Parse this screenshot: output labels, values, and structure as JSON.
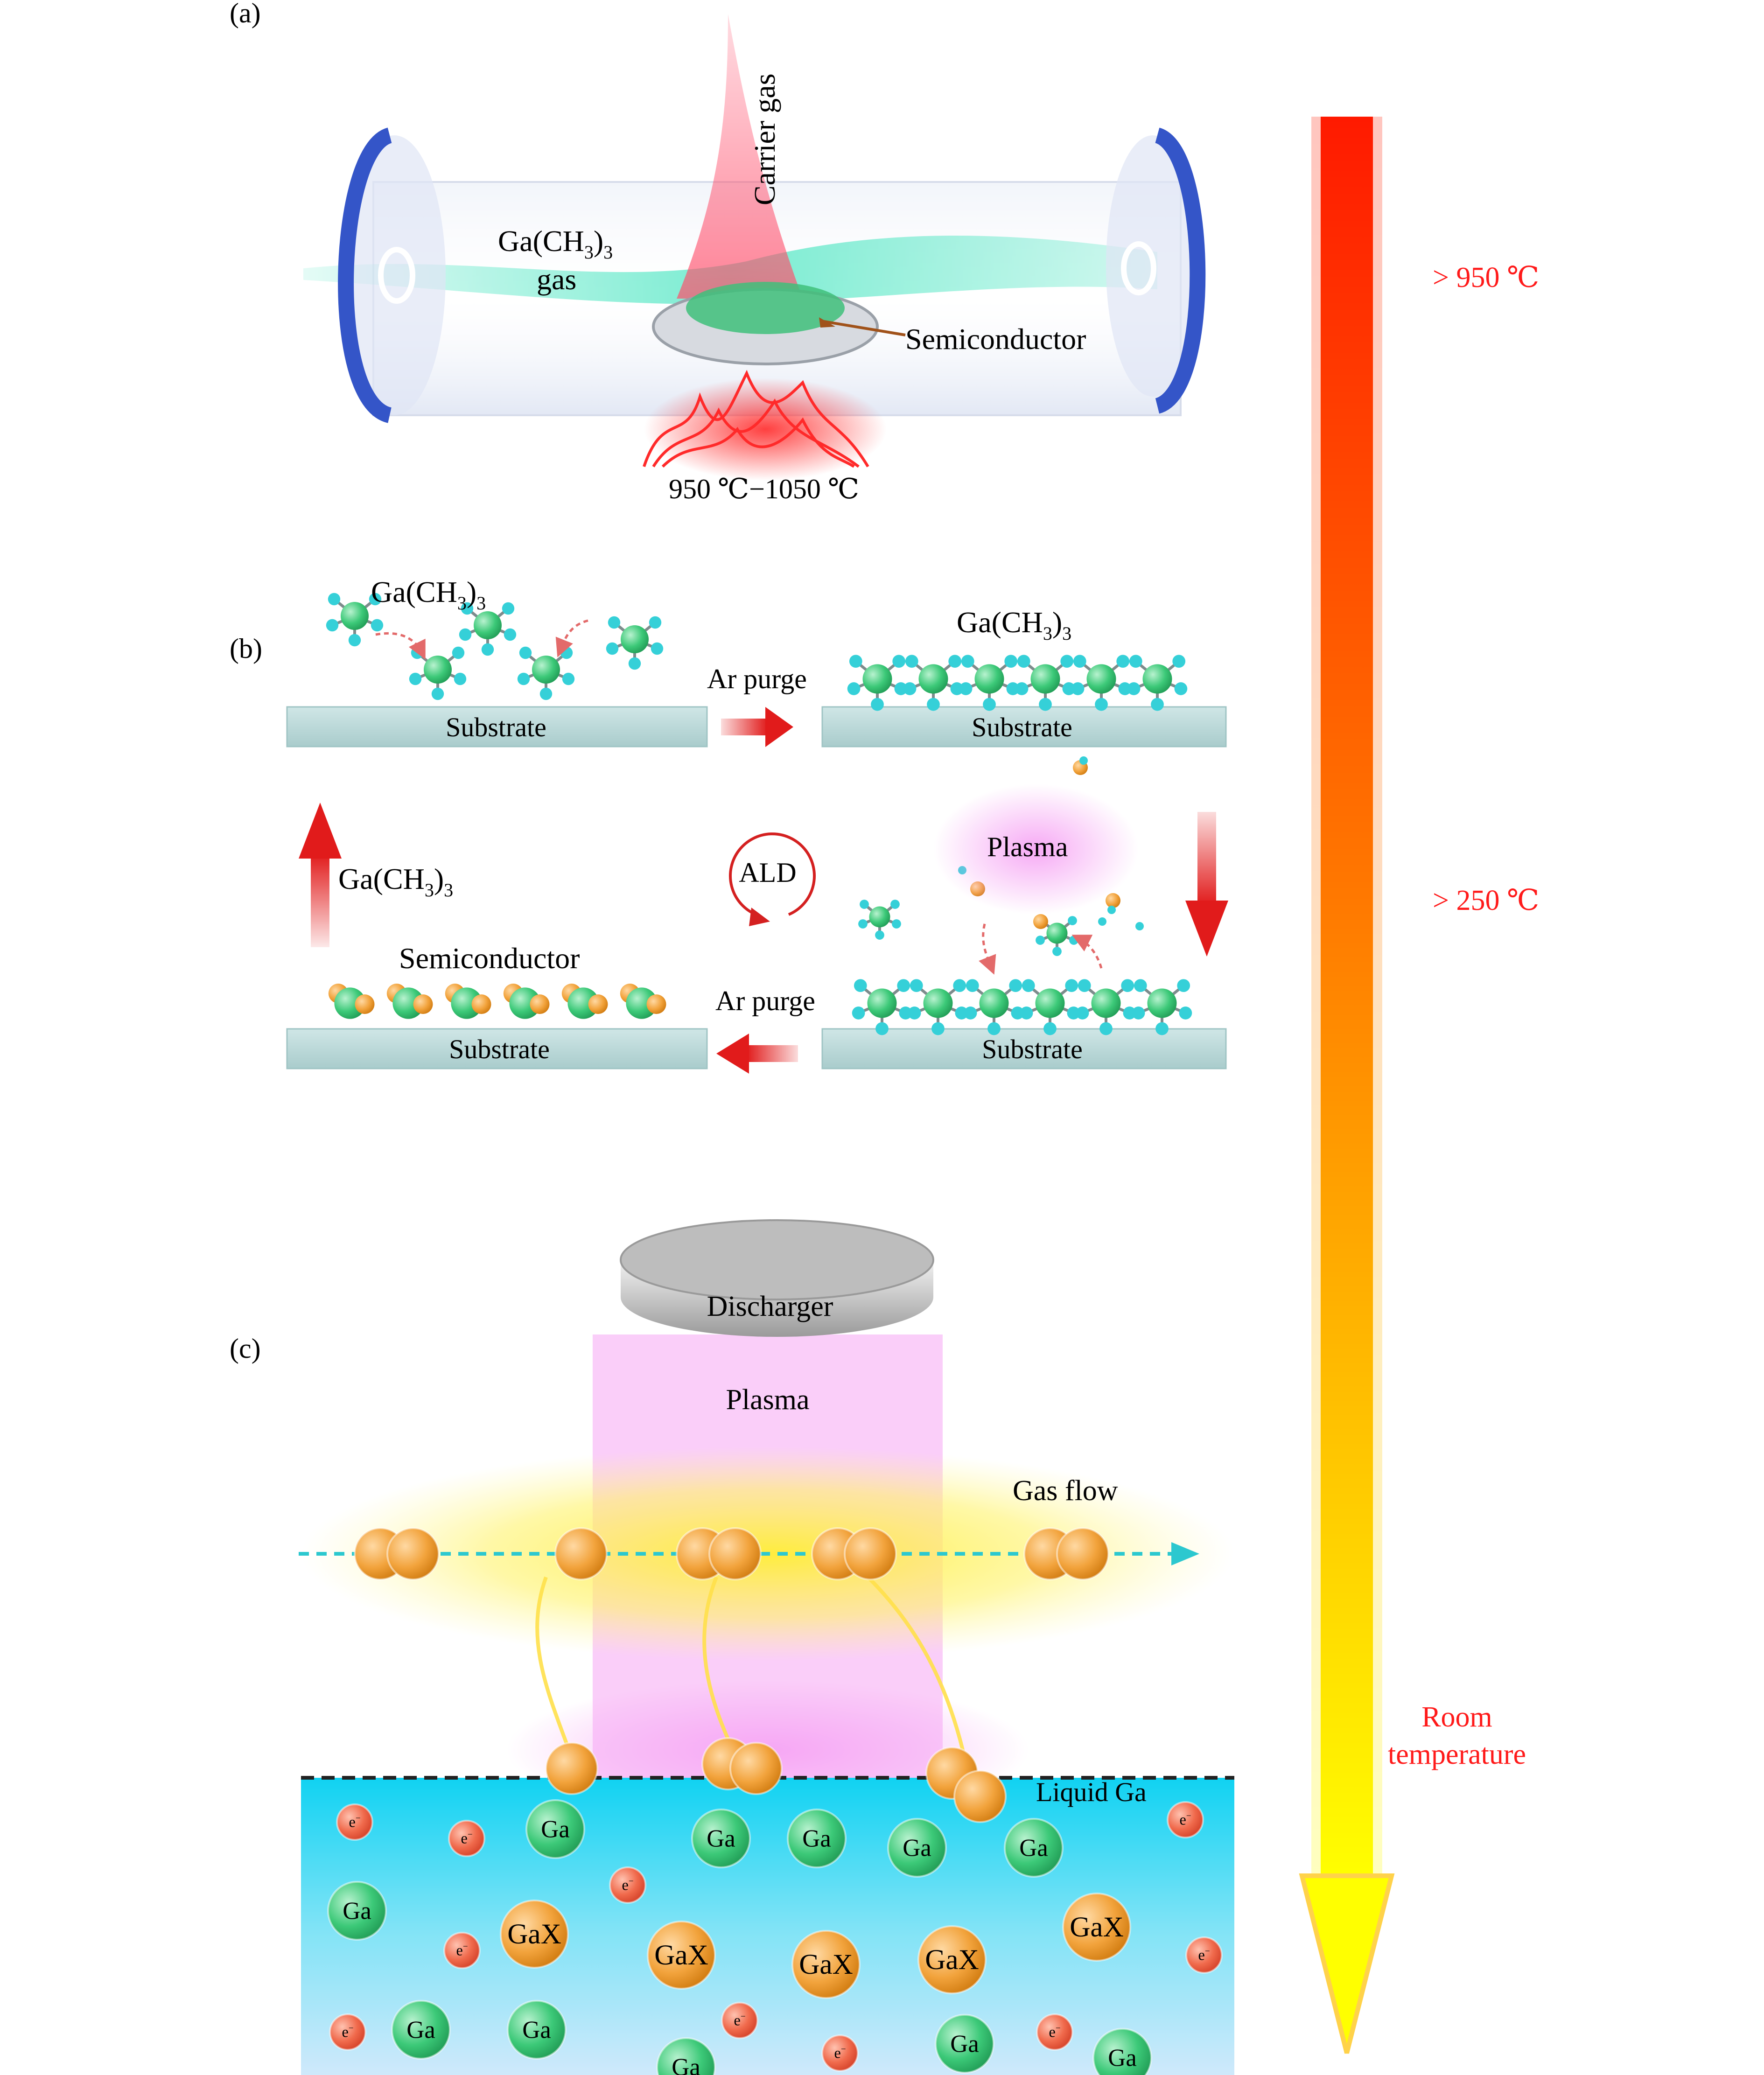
{
  "panels": {
    "a": {
      "label": "(a)",
      "carrier_gas": "Carrier gas",
      "precursor": "Ga(CH",
      "precursor_sub": "3",
      "precursor_close": ")",
      "precursor_sub2": "3",
      "gas": "gas",
      "semiconductor": "Semiconductor",
      "temperature_range": "950 ℃−1050 ℃"
    },
    "b": {
      "label": "(b)",
      "precursor": "Ga(CH",
      "sub": "3",
      "close": ")",
      "sub2": "3",
      "ar_purge": "Ar purge",
      "substrate": "Substrate",
      "plasma": "Plasma",
      "ald": "ALD",
      "semiconductor": "Semiconductor"
    },
    "c": {
      "label": "(c)",
      "discharger": "Discharger",
      "plasma": "Plasma",
      "gas_flow": "Gas flow",
      "liquid_ga": "Liquid Ga",
      "ga": "Ga",
      "gax": "GaX",
      "electron": "e",
      "electron_sup": "−"
    }
  },
  "temperature_scale": {
    "high": "> 950 ℃",
    "mid": "> 250 ℃",
    "low_line1": "Room",
    "low_line2": "temperature"
  },
  "colors": {
    "gallium": "#2fbf6a",
    "methyl": "#35d0d8",
    "dopant": "#e08a1e",
    "electron": "#e8533a",
    "arrow_red": "#e11b1b",
    "temp_text": "#ff1a1a",
    "liquid": "#1fd7f2",
    "plasma": "#f3a0f0"
  }
}
